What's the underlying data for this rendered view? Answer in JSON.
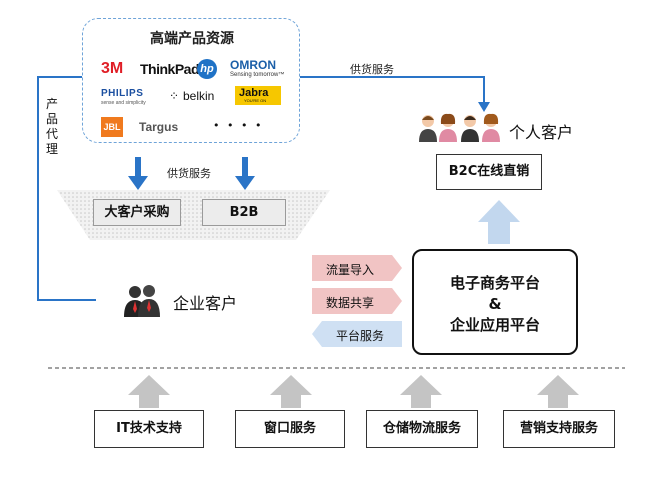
{
  "brands": {
    "title": "高端产品资源",
    "logos": {
      "m3": "3M",
      "thinkpad": "ThinkPad.",
      "hp": "hp",
      "omron": "OMRON",
      "omron_sub": "Sensing tomorrow™",
      "philips": "PHILIPS",
      "philips_sub": "sense and simplicity",
      "belkin": "belkin",
      "jabra": "Jabra",
      "jabra_sub": "YOU'RE ON",
      "jbl": "JBL",
      "targus": "Targus",
      "more": "• • • •"
    }
  },
  "agent_label": "产品代理",
  "supply_top_label": "供货服务",
  "supply_mid_label": "供货服务",
  "funnel": {
    "left": "大客户采购",
    "right": "B2B"
  },
  "enterprise_label": "企业客户",
  "personal_label": "个人客户",
  "b2c_label": "B2C在线直销",
  "flows": {
    "traffic": "流量导入",
    "data": "数据共享",
    "service": "平台服务"
  },
  "platform": {
    "line1": "电子商务平台",
    "line2": "&",
    "line3": "企业应用平台"
  },
  "supports": [
    "IT技术支持",
    "窗口服务",
    "仓储物流服务",
    "营销支持服务"
  ],
  "colors": {
    "blue_arrow": "#2a74c7",
    "light_arrow": "#c2d7ee",
    "grey_arrow": "#c4c4c4",
    "pink_ribbon": "#f1c4c4",
    "blue_ribbon": "#cfe0f3"
  }
}
